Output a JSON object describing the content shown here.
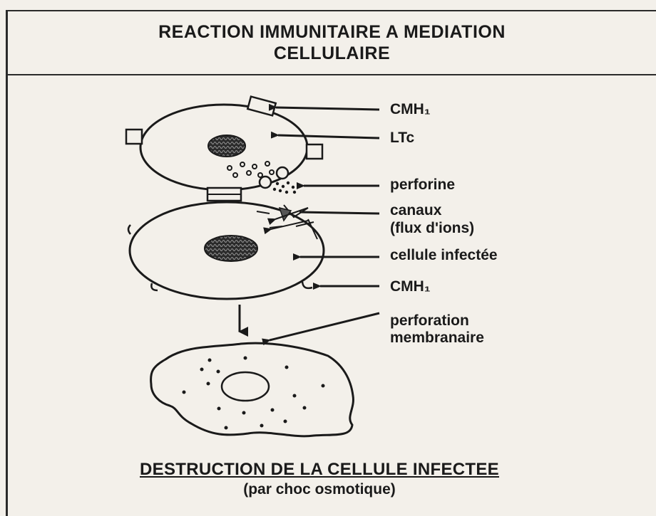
{
  "title": {
    "line1": "REACTION IMMUNITAIRE A MEDIATION",
    "line2": "CELLULAIRE"
  },
  "labels": {
    "cmh_top": "CMH₁",
    "ltc": "LTc",
    "perforine": "perforine",
    "canaux_1": "canaux",
    "canaux_2": "(flux d'ions)",
    "cellule": "cellule infectée",
    "cmh_bottom": "CMH₁",
    "perforation_1": "perforation",
    "perforation_2": "membranaire"
  },
  "footer": {
    "title": "DESTRUCTION DE LA CELLULE INFECTEE",
    "subtitle": "(par choc osmotique)"
  }
}
